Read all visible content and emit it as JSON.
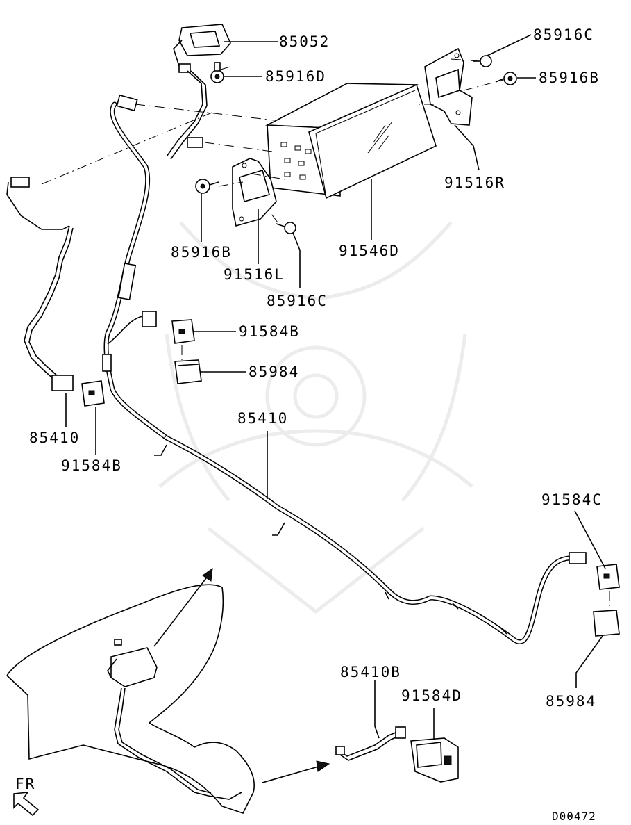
{
  "diagram_id": "D00472",
  "direction_label": "FR",
  "callouts": {
    "p85052": "85052",
    "p85916d": "85916D",
    "p85916c_top": "85916C",
    "p85916b_right": "85916B",
    "p91516r": "91516R",
    "p85916b_left": "85916B",
    "p91546d": "91546D",
    "p91516l": "91516L",
    "p85916c_bottom": "85916C",
    "p91584b_upper": "91584B",
    "p85984_upper": "85984",
    "p85410_left": "85410",
    "p91584b_lower": "91584B",
    "p85410_mid": "85410",
    "p91584c": "91584C",
    "p85984_right": "85984",
    "p85410b": "85410B",
    "p91584d": "91584D"
  }
}
